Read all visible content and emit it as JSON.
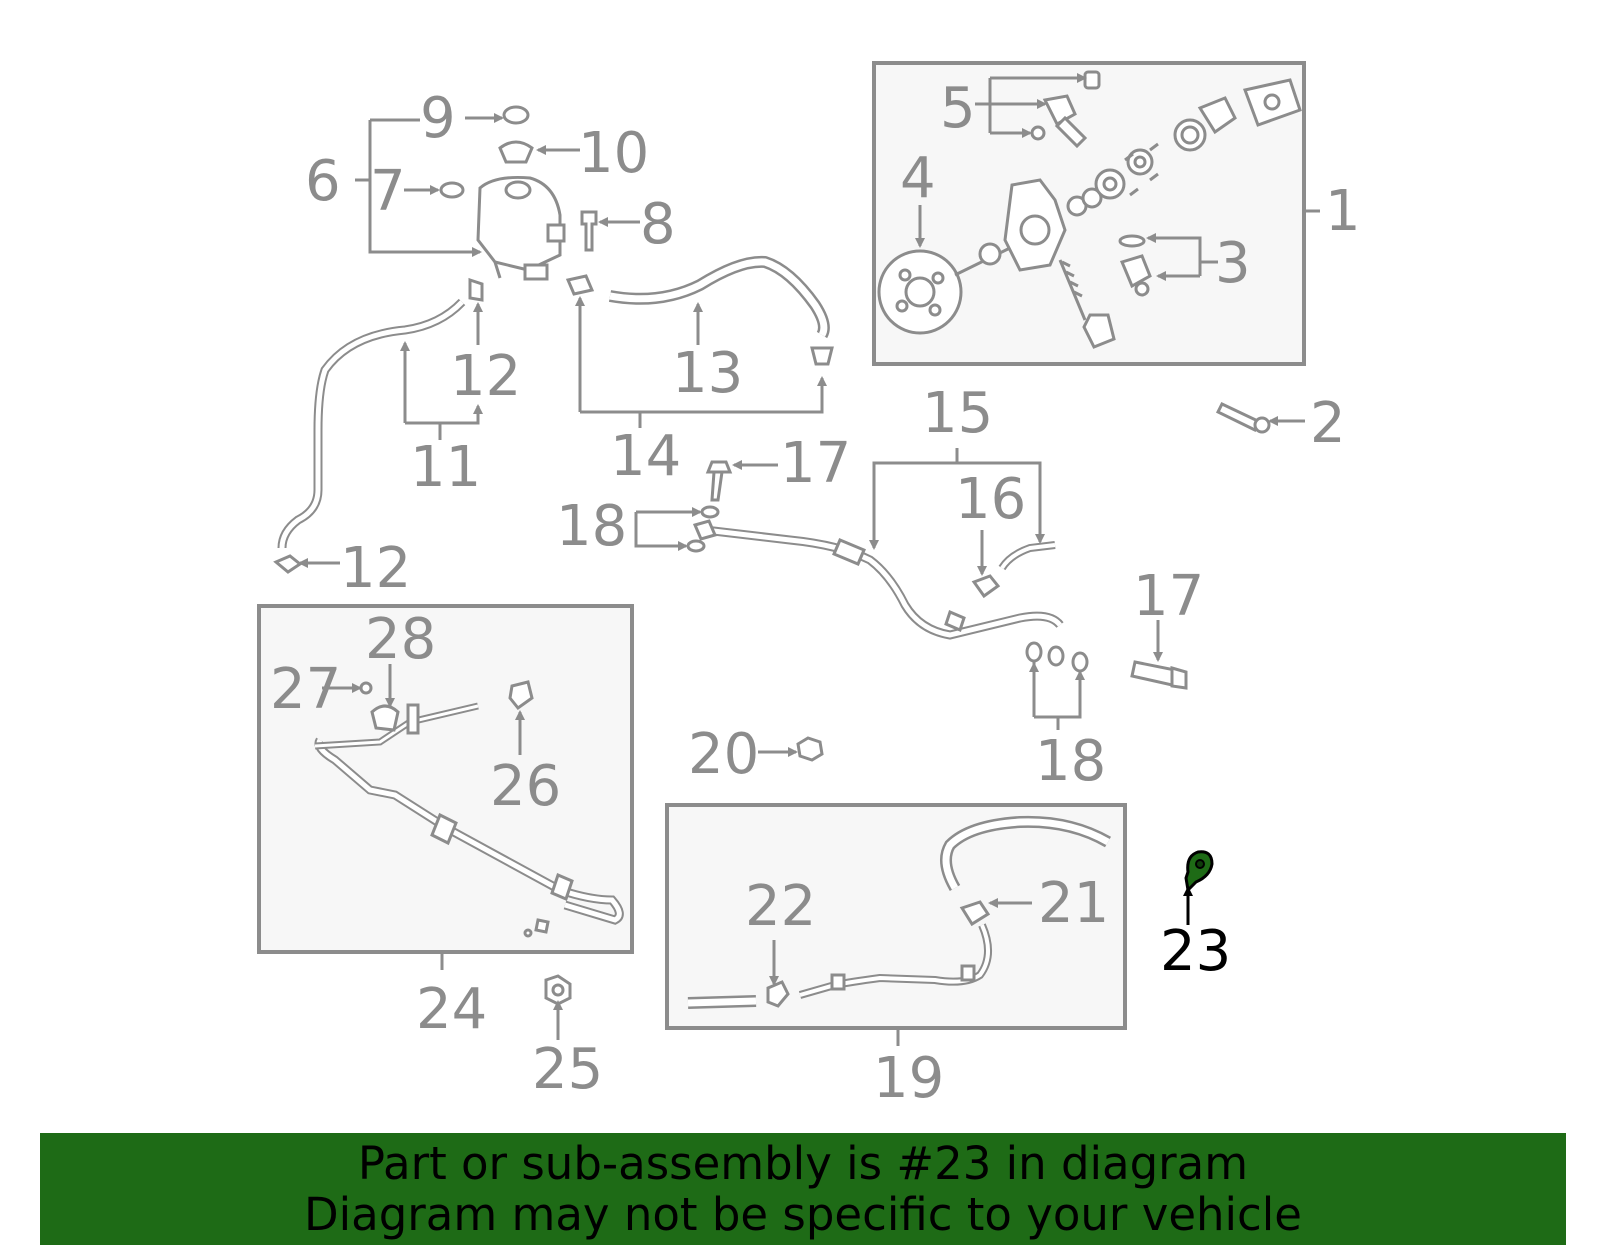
{
  "callouts": {
    "c1": "1",
    "c2": "2",
    "c3": "3",
    "c4": "4",
    "c5": "5",
    "c6": "6",
    "c7": "7",
    "c8": "8",
    "c9": "9",
    "c10": "10",
    "c11": "11",
    "c12a": "12",
    "c12b": "12",
    "c13": "13",
    "c14": "14",
    "c15": "15",
    "c16": "16",
    "c17a": "17",
    "c17b": "17",
    "c18a": "18",
    "c18b": "18",
    "c19": "19",
    "c20": "20",
    "c21": "21",
    "c22": "22",
    "c23": "23",
    "c24": "24",
    "c25": "25",
    "c26": "26",
    "c27": "27",
    "c28": "28"
  },
  "highlight": {
    "part_number": "23",
    "color": "#1e6b16"
  },
  "banner": {
    "line1": "Part or sub-assembly is #23 in diagram",
    "line2": "Diagram may not be specific to your vehicle",
    "background": "#1e6b16"
  }
}
